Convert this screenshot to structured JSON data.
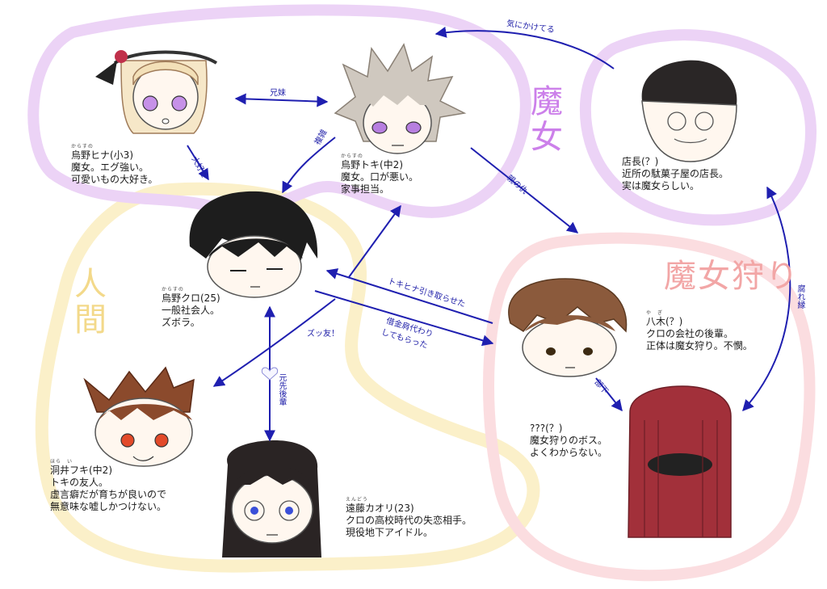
{
  "groups": {
    "witch": "魔女",
    "human": "人間",
    "hunter": "魔女狩り"
  },
  "colors": {
    "witch_group": "#ecd3f6",
    "witch_title": "#cc80ea",
    "human_group": "#fbf0c9",
    "human_title": "#f3d98a",
    "hunter_group": "#fbdde0",
    "hunter_title": "#f2a6a6",
    "arrow": "#1f1fb0"
  },
  "characters": {
    "hina": {
      "ruby": "からすの",
      "lines": [
        "烏野ヒナ(小3)",
        "魔女。エグ強い。",
        "可愛いもの大好き。"
      ]
    },
    "toki": {
      "ruby": "からすの",
      "lines": [
        "烏野トキ(中2)",
        "魔女。口が悪い。",
        "家事担当。"
      ]
    },
    "tencho": {
      "lines": [
        "店長(？)",
        "近所の駄菓子屋の店長。",
        "実は魔女らしい。"
      ]
    },
    "kuro": {
      "ruby": "からすの",
      "lines": [
        "烏野クロ(25)",
        "一般社会人。",
        "ズボラ。"
      ]
    },
    "yagi": {
      "ruby": "や　ぎ",
      "lines": [
        "八木(？)",
        "クロの会社の後輩。",
        "正体は魔女狩り。不憫。"
      ]
    },
    "fuki": {
      "ruby": "ほら　い",
      "lines": [
        "洞井フキ(中2)",
        "トキの友人。",
        "虚言癖だが育ちが良いので",
        "無意味な嘘しかつけない。"
      ]
    },
    "kaori": {
      "ruby": "えんどう",
      "lines": [
        "遠藤カオリ(23)",
        "クロの高校時代の失恋相手。",
        "現役地下アイドル。"
      ]
    },
    "boss": {
      "lines": [
        "???(？)",
        "魔女狩りのボス。",
        "よくわからない。"
      ]
    }
  },
  "relations": {
    "siblings": "兄妹",
    "loves": "大好き",
    "complicated": "複雑",
    "cares": "気にかけてる",
    "parent_enemy": "親の仇",
    "took_in": "トキヒナ引き取らせた",
    "debt_1": "借金肩代わり",
    "debt_2": "してもらった",
    "best_friend": "ズッ友！",
    "ex_senpai": "元先後輩",
    "subordinate": "部下",
    "bad_bond": "腐れ縁"
  }
}
